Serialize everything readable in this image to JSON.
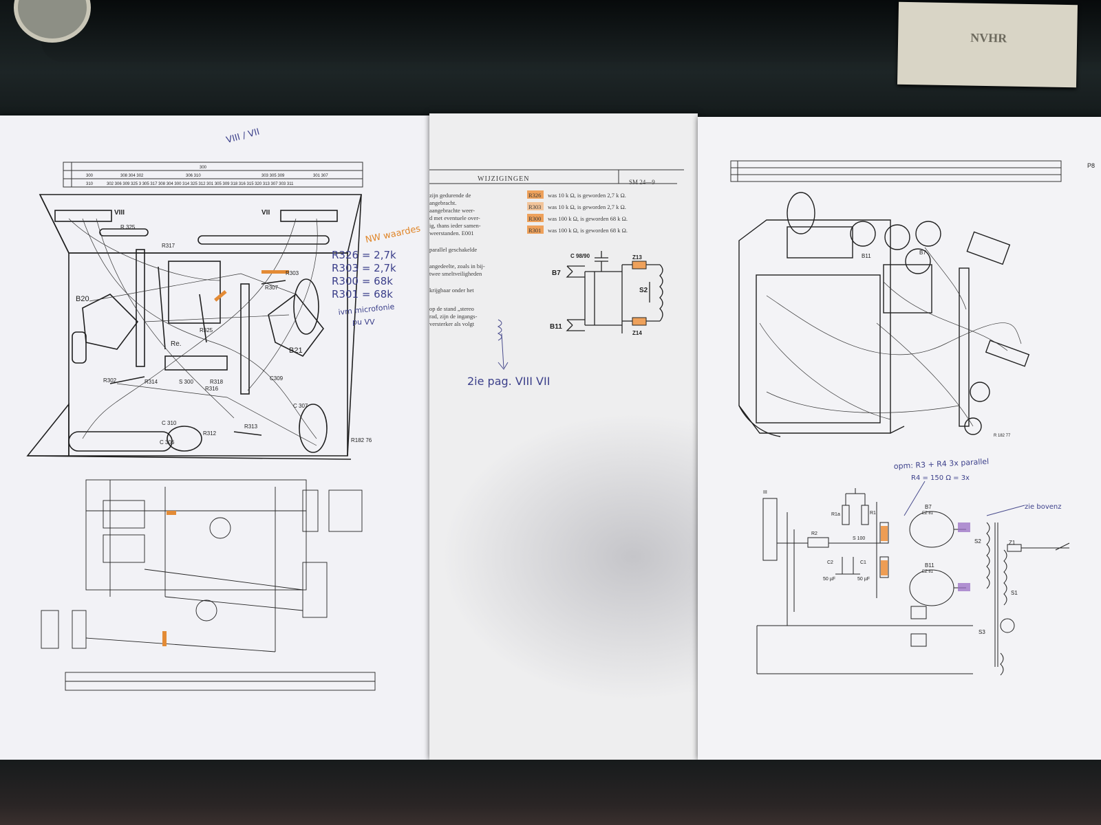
{
  "sticker": {
    "line1": "NVHR",
    "line2": "",
    "line3": ""
  },
  "left_page": {
    "labels": {
      "viii": "VIII",
      "vii": "VII",
      "b20": "B20",
      "b21": "B21",
      "re": "Re.",
      "r325": "R 325",
      "r317": "R317",
      "r307": "R307",
      "r303": "R303",
      "r314": "R314",
      "s300": "S 300",
      "r318": "R318",
      "r316": "R316",
      "r325b": "R325",
      "c309": "C309",
      "c307": "C 307",
      "c310": "C 310",
      "r312": "R312",
      "r313": "R313",
      "c306": "C 306",
      "c302": "R302",
      "code": "R182 76"
    },
    "annotation_top": "VIII / VII",
    "annotation_title": "NW waardes",
    "annotations": [
      "R326 = 2,7k",
      "R303 = 2,7k",
      "R300 = 68k",
      "R301 = 68k"
    ],
    "annotation_note": "ivm microfonie",
    "annotation_note2": "pu VV"
  },
  "middle_page": {
    "heading": "WIJZIGINGEN",
    "ref": "SM 24—9",
    "left_text": [
      "zijn gedurende de",
      "angebracht.",
      "aangebrachte weer-",
      "d met eventuele over-",
      "ig, thans ieder samen-",
      "weerstanden. E001",
      "",
      "parallel geschakelde",
      "",
      "angedeelte, zoals in bij-",
      "twee smeltveiligheden",
      "",
      "krijgbaar onder het",
      "",
      "op de stand „stereo",
      "rad, zijn de ingangs-",
      "versterker als volgt"
    ],
    "changes": [
      {
        "part": "R326",
        "text": "was 10 k Ω, is geworden 2,7 k Ω."
      },
      {
        "part": "R303",
        "text": "was 10 k Ω, is geworden 2,7 k Ω."
      },
      {
        "part": "R300",
        "text": "was 100 k Ω, is geworden 68 k Ω."
      },
      {
        "part": "R301",
        "text": "was 100 k Ω, is geworden 68 k Ω."
      }
    ],
    "diagram": {
      "c": "C 98/90",
      "z13": "Z13",
      "z14": "Z14",
      "s2": "S2",
      "b7": "B7",
      "b11": "B11"
    },
    "handnote": "2ie pag. VIII VII"
  },
  "right_page": {
    "corner": "P8",
    "labels": {
      "b11": "B11",
      "b7": "B7",
      "b7b": "B7",
      "ez81a": "EZ 81",
      "b11b": "B11",
      "ez81b": "EZ 81",
      "r1a": "R1a",
      "r1": "R1",
      "r2": "R2",
      "s100": "S 100",
      "c2": "C2",
      "c1": "C1",
      "c2v": "50 µF",
      "c1v": "50 µF",
      "s2": "S2",
      "s1": "S1",
      "s3": "S3",
      "z1": "Z1",
      "tr": "III",
      "code": "R 182 77"
    },
    "annotation1": "opm: R3 + R4  3x parallel",
    "annotation2": "R4 = 150 Ω = 3x",
    "annotation3": "zie bovenz"
  }
}
